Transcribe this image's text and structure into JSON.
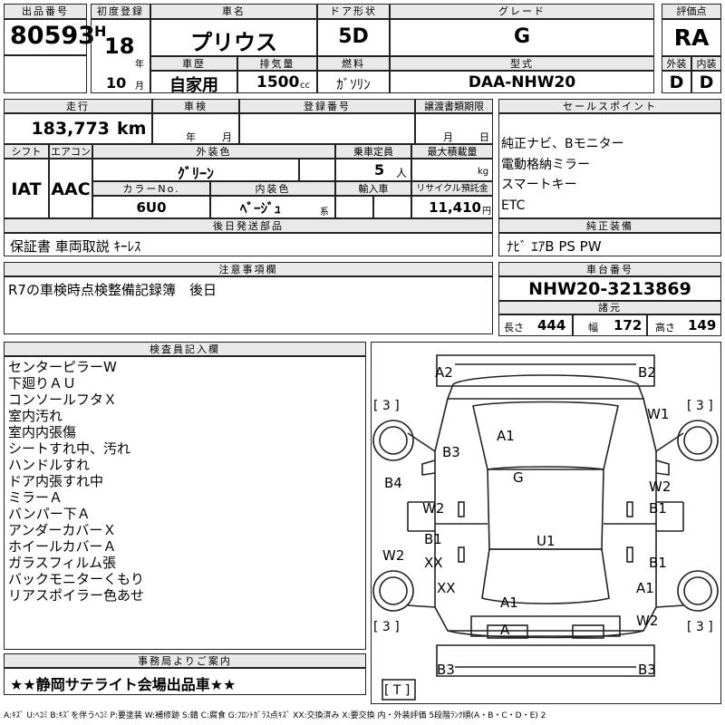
{
  "header": {
    "lot_no_label": "出品番号",
    "lot_no": "80593",
    "first_reg_label": "初度登録",
    "era": "H",
    "year": "18",
    "year_unit": "年",
    "month": "10",
    "month_unit": "月",
    "car_name_label": "車名",
    "car_name": "プリウス",
    "door_label": "ドア形状",
    "door": "5D",
    "grade_label": "グレード",
    "grade": "G",
    "score_label": "評価点",
    "score": "RA",
    "ext_label": "外装",
    "int_label": "内装",
    "ext": "D",
    "int": "D",
    "history_label": "車歴",
    "history": "自家用",
    "displacement_label": "排気量",
    "displacement": "1500",
    "displacement_unit": "cc",
    "fuel_label": "燃料",
    "fuel": "ｶﾞｿﾘﾝ",
    "model_label": "型式",
    "model": "DAA-NHW20"
  },
  "row2": {
    "mileage_label": "走行",
    "mileage": "183,773",
    "mileage_unit": "km",
    "inspection_label": "車検",
    "insp_year_unit": "年",
    "insp_month_unit": "月",
    "reg_no_label": "登録番号",
    "transfer_label": "譲渡書類期限",
    "transfer_month_unit": "月",
    "transfer_day_unit": "日",
    "shift_label": "シフト",
    "shift": "IAT",
    "ac_label": "エアコン",
    "ac": "AAC",
    "ext_color_label": "外装色",
    "ext_color": "ｸﾞﾘｰﾝ",
    "capacity_label": "乗車定員",
    "capacity": "5",
    "capacity_unit": "人",
    "max_load_label": "最大積載量",
    "max_load_unit": "kg",
    "color_no_label": "カラーNo.",
    "color_no": "6U0",
    "int_color_label": "内装色",
    "int_color": "ﾍﾞｰｼﾞｭ",
    "int_color_unit": "系",
    "import_label": "輸入車",
    "recycle_label": "リサイクル預託金",
    "recycle": "11,410",
    "recycle_unit": "円"
  },
  "sales_points": {
    "label": "セールスポイント",
    "items": [
      "純正ナビ、Bモニター",
      "電動格納ミラー",
      "スマートキー",
      "ETC"
    ]
  },
  "genuine": {
    "label": "純正装備",
    "value": "ﾅﾋﾞ ｴｱB PS PW"
  },
  "later_parts": {
    "label": "後日発送部品",
    "value": "保証書 車両取説 ｷｰﾚｽ"
  },
  "notes": {
    "label": "注意事項欄",
    "value": "R7の車検時点検整備記録簿　後日"
  },
  "chassis": {
    "label": "車台番号",
    "value": "NHW20-3213869",
    "dims_label": "諸元",
    "length_label": "長さ",
    "length": "444",
    "width_label": "幅",
    "width": "172",
    "height_label": "高さ",
    "height": "149"
  },
  "inspector": {
    "label": "検査員記入欄",
    "items": [
      "センターピラーW",
      "下廻りＡＵ",
      "コンソールフタＸ",
      "室内汚れ",
      "室内内張傷",
      "シートすれ中、汚れ",
      "ハンドルすれ",
      "ドア内張すれ中",
      "ミラーＡ",
      "バンパー下Ａ",
      "アンダーカバーＸ",
      "ホイールカバーＡ",
      "ガラスフィルム張",
      "バックモニターくもり",
      "リアスポイラー色あせ"
    ]
  },
  "office": {
    "label": "事務局よりご案内",
    "value": "★★静岡サテライト会場出品車★★"
  },
  "diagram": {
    "marks": [
      "A2",
      "B2",
      "W1",
      "B3",
      "A1",
      "G",
      "B4",
      "W2",
      "W2",
      "B1",
      "B1",
      "U1",
      "XX",
      "W2",
      "B1",
      "XX",
      "A1",
      "A1",
      "W2",
      "A",
      "B3",
      "B3"
    ],
    "tire_marks": [
      "[ 3 ]",
      "[ 3 ]",
      "[ 3 ]",
      "[ 3 ]",
      "[ T ]"
    ]
  },
  "legend": "A:ｷｽﾞ U:ﾍｺﾐ B:ｷｽﾞを伴うﾍｺﾐ P:要塗装 W:補修跡 S:錆 C:腐食 G:ﾌﾛﾝﾄｶﾞﾗｽ点ｷｽﾞ XX:交換済み X:要交換 内・外装評価 5段階ﾗﾝｸ順(A・B・C・D・E) 2"
}
